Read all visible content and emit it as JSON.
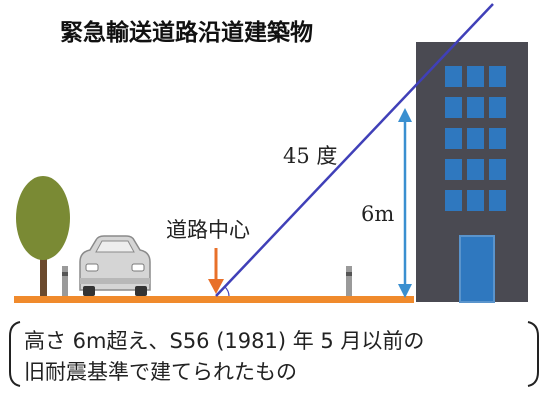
{
  "title": "緊急輸送道路沿道建築物",
  "labels": {
    "angle": "45 度",
    "height": "6m",
    "road_center": "道路中心"
  },
  "note": {
    "line1": "高さ 6m超え、S56 (1981) 年 5 月以前の",
    "line2": "旧耐震基準で建てられたもの"
  },
  "colors": {
    "diagonal_line": "#4040b8",
    "height_arrow": "#3a8fd0",
    "center_arrow": "#e8702a",
    "ground": "#f08a2c",
    "building": "#4a4a52",
    "windows": "#2f78bf",
    "tree_canopy": "#7a8a34",
    "car": "#d7d7d7"
  }
}
